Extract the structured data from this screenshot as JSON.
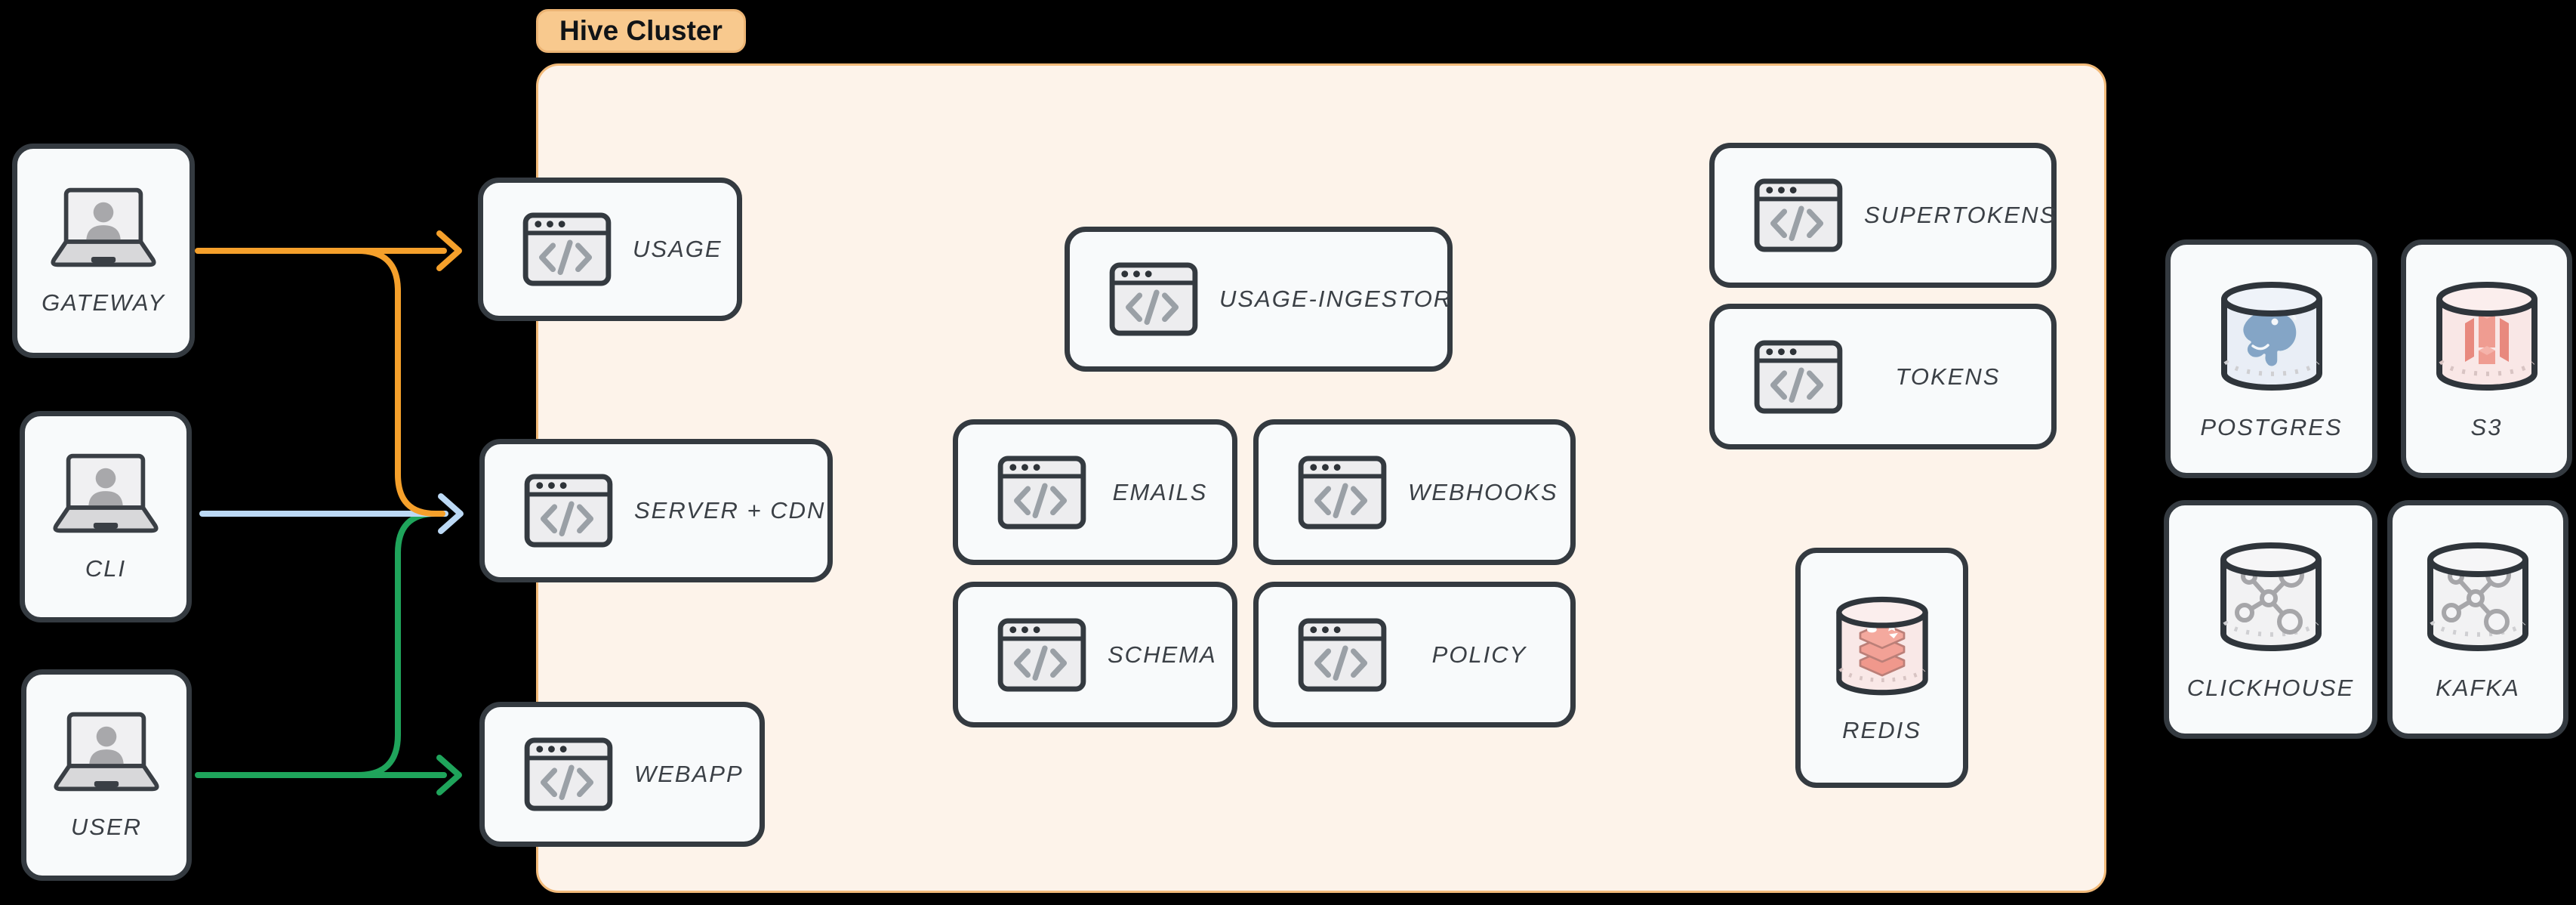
{
  "diagram": {
    "background": "#000000",
    "cluster": {
      "label": "Hive Cluster",
      "fill": "#FDF3EA",
      "border": "#F2BA79",
      "badge_fill": "#F8C98E",
      "edge_nodes": [
        {
          "label": "USAGE",
          "icon": "code-window-icon"
        },
        {
          "label": "SERVER + CDN",
          "icon": "code-window-icon"
        },
        {
          "label": "WEBAPP",
          "icon": "code-window-icon"
        }
      ],
      "services": [
        {
          "label": "USAGE-INGESTOR",
          "icon": "code-window-icon"
        },
        {
          "label": "EMAILS",
          "icon": "code-window-icon"
        },
        {
          "label": "WEBHOOKS",
          "icon": "code-window-icon"
        },
        {
          "label": "SCHEMA",
          "icon": "code-window-icon"
        },
        {
          "label": "POLICY",
          "icon": "code-window-icon"
        }
      ],
      "auth_services": [
        {
          "label": "SUPERTOKENS",
          "icon": "code-window-icon"
        },
        {
          "label": "TOKENS",
          "icon": "code-window-icon"
        }
      ],
      "cache": {
        "label": "REDIS",
        "icon": "redis-database-icon"
      }
    },
    "actors": [
      {
        "label": "GATEWAY",
        "icon": "laptop-user-icon"
      },
      {
        "label": "CLI",
        "icon": "laptop-user-icon"
      },
      {
        "label": "USER",
        "icon": "laptop-user-icon"
      }
    ],
    "datastores": [
      {
        "label": "POSTGRES",
        "icon": "postgres-database-icon"
      },
      {
        "label": "S3",
        "icon": "s3-database-icon"
      },
      {
        "label": "CLICKHOUSE",
        "icon": "network-database-icon"
      },
      {
        "label": "KAFKA",
        "icon": "network-database-icon"
      }
    ],
    "connections": [
      {
        "from": "GATEWAY",
        "to": "USAGE",
        "color": "#F5A02B"
      },
      {
        "from": "GATEWAY",
        "to": "SERVER + CDN",
        "color": "#F5A02B"
      },
      {
        "from": "CLI",
        "to": "SERVER + CDN",
        "color": "#BCD9F5"
      },
      {
        "from": "USER",
        "to": "SERVER + CDN",
        "color": "#1FA45B"
      },
      {
        "from": "USER",
        "to": "WEBAPP",
        "color": "#1FA45B"
      }
    ],
    "node_style": {
      "fill": "#F8FAFB",
      "border": "#343A40",
      "label_color": "#3B4046"
    }
  }
}
